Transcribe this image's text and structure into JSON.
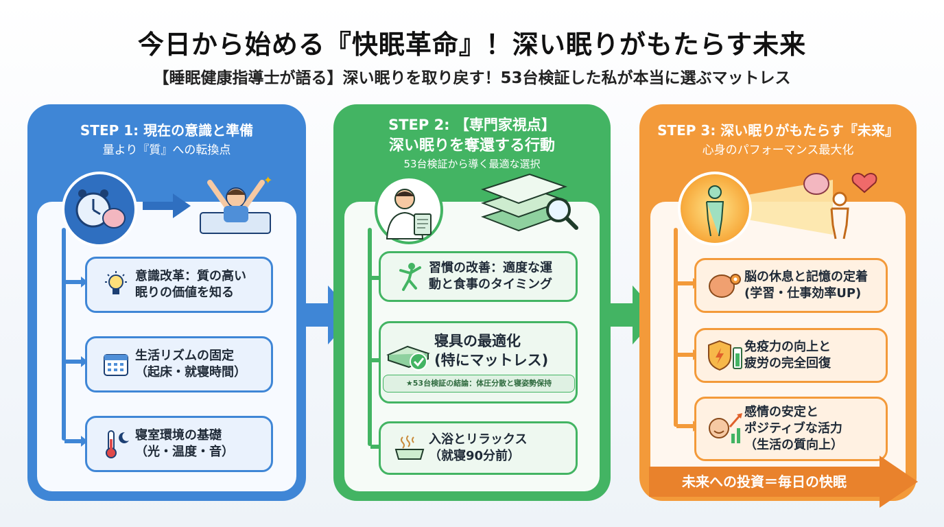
{
  "title": "今日から始める『快眠革命』！深い眠りがもたらす未来",
  "subtitle": "【睡眠健康指導士が語る】深い眠りを取り戻す！53台検証した私が本当に選ぶマットレス",
  "step1": {
    "heading": "STEP 1: 現在の意識と準備",
    "sub": "量より『質』への転換点",
    "items": [
      {
        "line1": "意識改革：質の高い",
        "line2": "眠りの価値を知る",
        "icon": "lightbulb-icon"
      },
      {
        "line1": "生活リズムの固定",
        "line2": "（起床・就寝時間）",
        "icon": "calendar-icon"
      },
      {
        "line1": "寝室環境の基礎",
        "line2": "（光・温度・音）",
        "icon": "thermometer-moon-icon"
      }
    ]
  },
  "step2": {
    "heading": "STEP 2: 【専門家視点】",
    "heading2": "深い眠りを奪還する行動",
    "sub": "53台検証から導く最適な選択",
    "items": [
      {
        "line1": "習慣の改善：適度な運",
        "line2": "動と食事のタイミング",
        "icon": "exercise-icon"
      },
      {
        "line1": "寝具の最適化",
        "line2": "(特にマットレス)",
        "icon": "mattress-check-icon"
      },
      {
        "line1": "入浴とリラックス",
        "line2": "（就寝90分前）",
        "icon": "bathtub-icon"
      }
    ],
    "note": "★53台検証の結論：体圧分散と寝姿勢保持"
  },
  "step3": {
    "heading": "STEP 3: 深い眠りがもたらす『未来』",
    "sub": "心身のパフォーマンス最大化",
    "items": [
      {
        "line1": "脳の休息と記憶の定着",
        "line2": "(学習・仕事効率UP)",
        "icon": "brain-gear-icon"
      },
      {
        "line1": "免疫力の向上と",
        "line2": "疲労の完全回復",
        "icon": "shield-battery-icon"
      },
      {
        "line1": "感情の安定と",
        "line2": "ポジティブな活力",
        "line3": "（生活の質向上）",
        "icon": "happy-chart-icon"
      }
    ],
    "footer": "未来への投資＝毎日の快眠"
  },
  "colors": {
    "blue": "#3f86d6",
    "green": "#43b463",
    "orange": "#f39a3a"
  }
}
